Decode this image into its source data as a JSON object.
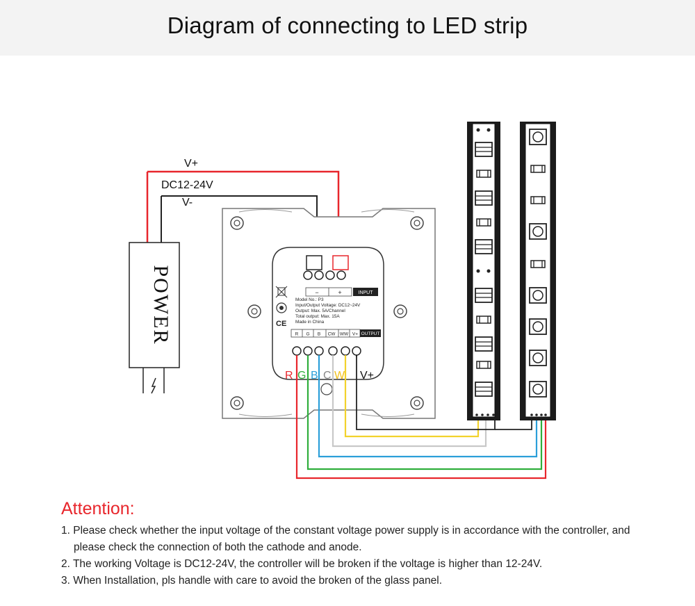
{
  "title": "Diagram of connecting to LED strip",
  "power": {
    "label": "POWER",
    "vplus": "V+",
    "voltage": "DC12-24V",
    "vminus": "V-",
    "plug_icon": "lightning-plug-icon"
  },
  "controller": {
    "input_minus": "−",
    "input_plus": "+",
    "input_tag": "INPUT",
    "info": [
      "Model No.: P3",
      "Input/Output Voltage: DC12~24V",
      "Output: Max. 5A/Channel",
      "Total output: Max. 15A",
      "Made in China"
    ],
    "output_labels": [
      "R",
      "G",
      "B",
      "CW",
      "WW",
      "V+"
    ],
    "output_tag": "OUTPUT",
    "ce_mark": "CE",
    "weee_icon": "crossed-bin-icon",
    "rohs_icon": "rohs-icon"
  },
  "channels": {
    "r": "R",
    "g": "G",
    "b": "B",
    "c": "C",
    "w": "W",
    "vplus": "V+"
  },
  "colors": {
    "red": "#e8262c",
    "green": "#2fae3c",
    "blue": "#2b9fd9",
    "yellow": "#f2d22c",
    "white_wire": "#c8c8c8",
    "black": "#222222"
  },
  "attention": "Attention:",
  "notes": [
    "1. Please check whether the input voltage of the constant voltage power supply is in accordance with the controller, and please check the connection of both the cathode and anode.",
    "2. The working Voltage is DC12-24V, the controller will be broken if the voltage is higher than 12-24V.",
    "3. When Installation, pls handle with care to avoid the broken of the glass panel."
  ]
}
